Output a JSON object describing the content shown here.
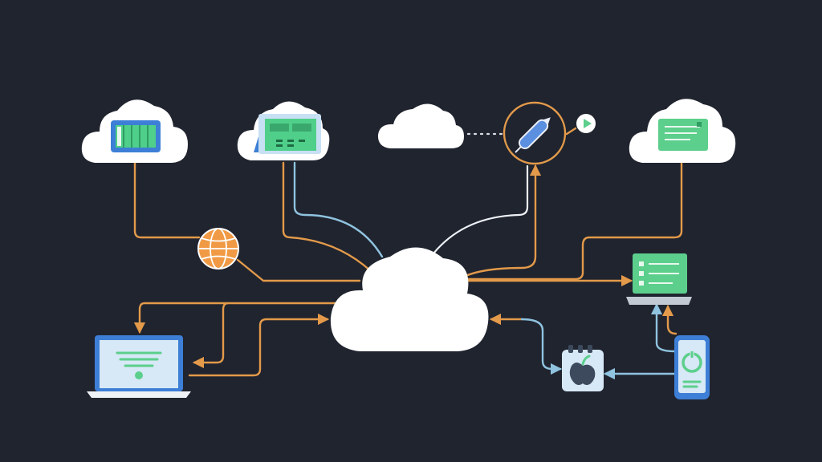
{
  "diagram": {
    "central_node": "cloud-icon",
    "remote_nodes": [
      {
        "name": "storage-cloud",
        "icon": "server-rack-icon"
      },
      {
        "name": "spreadsheet-cloud",
        "icon": "spreadsheet-icon"
      },
      {
        "name": "plain-cloud",
        "icon": "cloud-icon"
      },
      {
        "name": "pen-tool-node",
        "icon": "pen-icon"
      },
      {
        "name": "play-node",
        "icon": "play-icon"
      },
      {
        "name": "document-cloud",
        "icon": "document-lines-icon"
      },
      {
        "name": "globe-node",
        "icon": "globe-icon"
      }
    ],
    "devices": [
      {
        "name": "laptop-left",
        "icon": "wifi-icon"
      },
      {
        "name": "laptop-right",
        "icon": "document-lines-icon"
      },
      {
        "name": "app-tile",
        "icon": "apple-icon"
      },
      {
        "name": "smartphone",
        "icon": "power-icon"
      }
    ],
    "colors": {
      "background": "#20242f",
      "cloud": "#ffffff",
      "link_primary": "#e39a4a",
      "link_secondary": "#8fc3df",
      "accent_green": "#5ccf8c",
      "accent_blue": "#3d7fd6",
      "screen_light": "#d7e8f6"
    }
  }
}
